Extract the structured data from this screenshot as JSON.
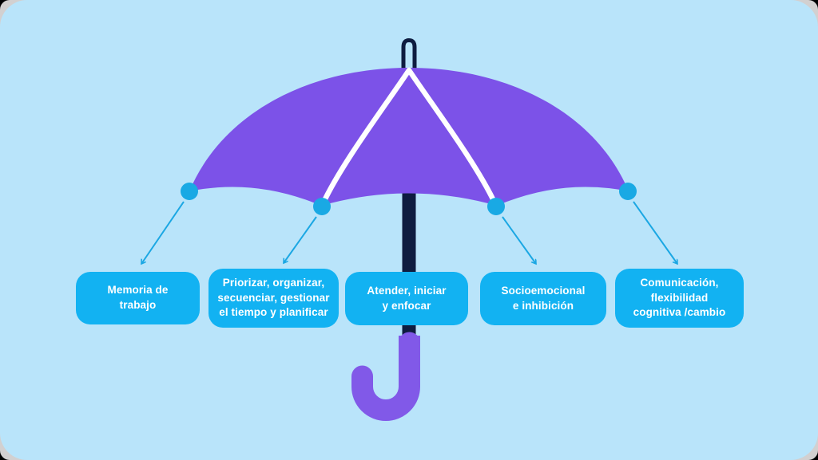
{
  "card": {
    "background_color": "#B9E4FA",
    "frame_color": "#D2D0D0"
  },
  "umbrella": {
    "canopy_color": "#7C52E8",
    "rib_color": "#FFFFFF",
    "pole_color": "#0E1C40",
    "ferrule_color": "#0E1C40",
    "handle_color": "#8159E8",
    "joint_dot_color": "#19A9E4"
  },
  "connectors": {
    "arrow_color": "#1BA7E3"
  },
  "box_style": {
    "background_color": "#12B2F2",
    "text_color": "#FFFFFF"
  },
  "boxes": [
    {
      "label": "Memoria de\ntrabajo"
    },
    {
      "label": "Priorizar, organizar,\nsecuenciar, gestionar\nel tiempo y planificar"
    },
    {
      "label": "Atender, iniciar\ny enfocar"
    },
    {
      "label": "Socioemocional\ne inhibición"
    },
    {
      "label": "Comunicación,\nflexibilidad\ncognitiva /cambio"
    }
  ]
}
